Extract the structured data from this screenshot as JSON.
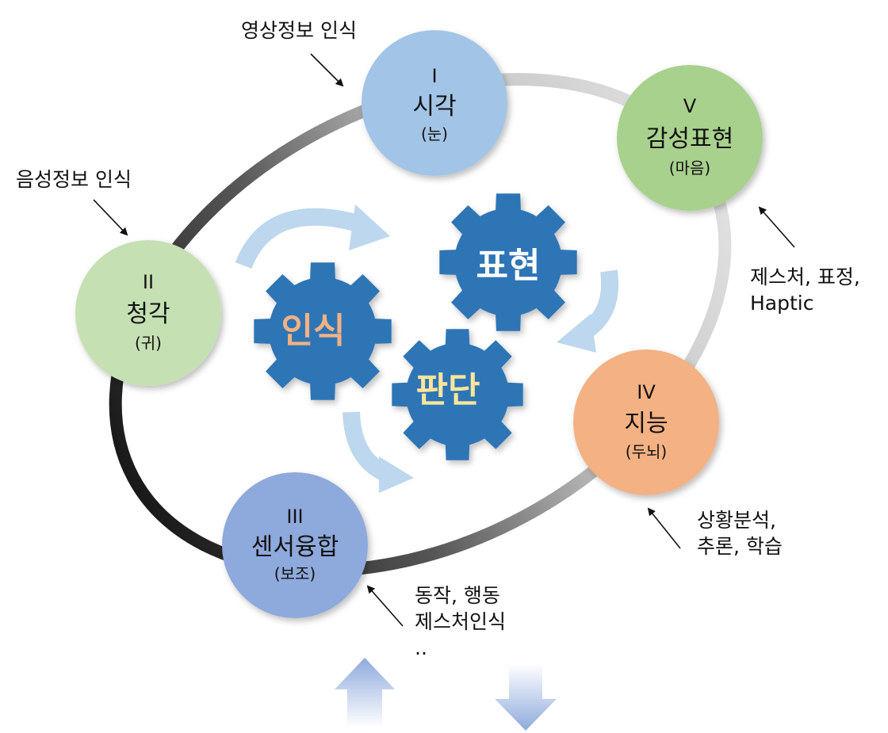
{
  "nodes": {
    "vision": {
      "num": "I",
      "name": "시각",
      "sub": "(눈)",
      "color": "#a2c4e6"
    },
    "hearing": {
      "num": "II",
      "name": "청각",
      "sub": "(귀)",
      "color": "#c5e0b3"
    },
    "fusion": {
      "num": "III",
      "name": "센서융합",
      "sub": "(보조)",
      "color": "#8ea9db"
    },
    "intel": {
      "num": "IV",
      "name": "지능",
      "sub": "(두뇌)",
      "color": "#f4b183"
    },
    "emotion": {
      "num": "V",
      "name": "감성표현",
      "sub": "(마음)",
      "color": "#a9d18e"
    }
  },
  "gears": {
    "recognition": {
      "label": "인식",
      "label_color": "#f4b183"
    },
    "expression": {
      "label": "표현",
      "label_color": "#ffffff"
    },
    "judgment": {
      "label": "판단",
      "label_color": "#ffe699"
    },
    "gear_color": "#2e75b6"
  },
  "annotations": {
    "vision": {
      "line1": "영상정보 인식"
    },
    "hearing": {
      "line1": "음성정보 인식"
    },
    "emotion": {
      "line1": "제스처, 표정,",
      "line2": "Haptic"
    },
    "intel": {
      "line1": "상황분석,",
      "line2": "추론, 학습"
    },
    "fusion": {
      "line1": "동작, 행동",
      "line2": "제스처인식",
      "line3": ".."
    }
  },
  "colors": {
    "flow_arrow": "#bdd7ee",
    "io_arrow": "#8faadc"
  }
}
